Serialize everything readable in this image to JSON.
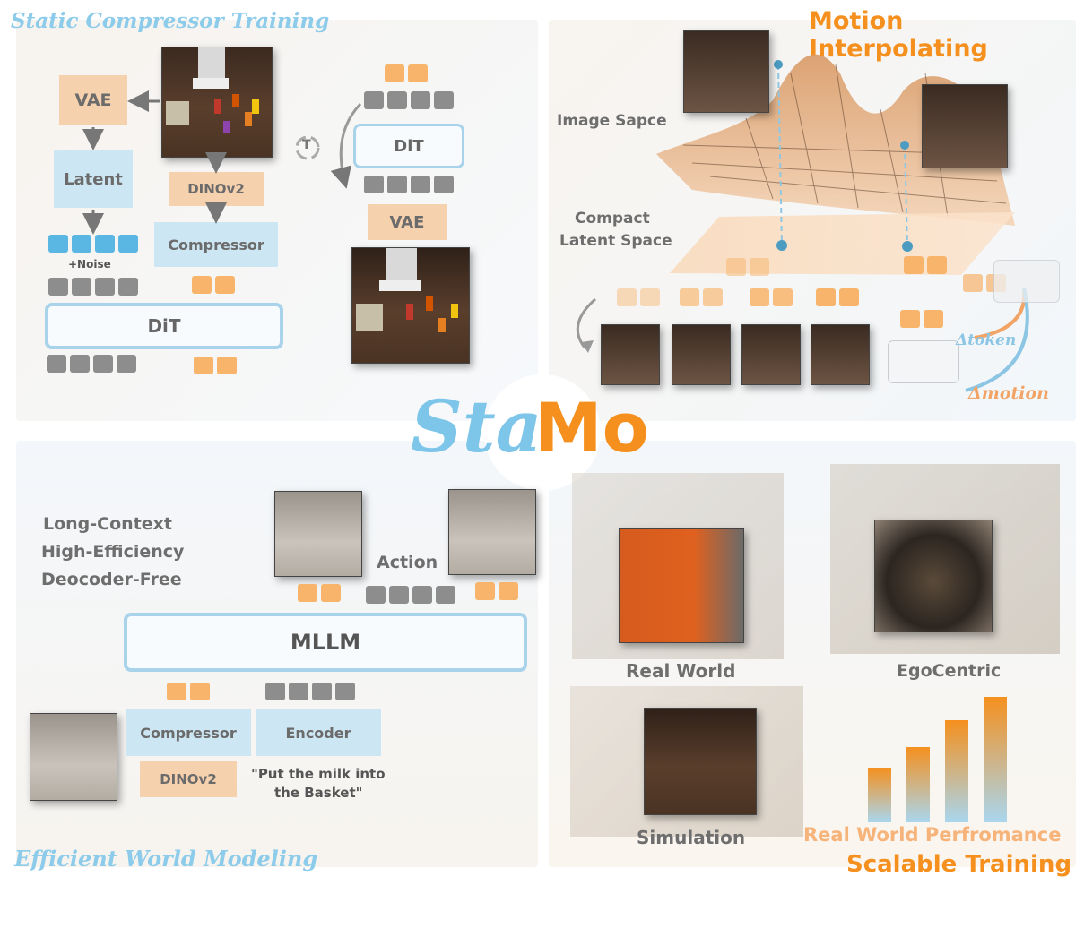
{
  "brand": {
    "part1": "Sta",
    "part2": "Mo",
    "color1": "#7ec5ea",
    "color2": "#f5901e"
  },
  "static_compressor": {
    "title": "Static Compressor Training",
    "vae": "VAE",
    "latent": "Latent",
    "noise": "+Noise",
    "dinov2": "DINOv2",
    "compressor": "Compressor",
    "dit_main": "DiT",
    "dit_small": "DiT",
    "vae_right": "VAE",
    "cycle_label": "T"
  },
  "motion": {
    "title": "Motion Interpolating",
    "image_space": "Image Sapce",
    "latent_space_line1": "Compact",
    "latent_space_line2": "Latent Space",
    "delta_token": "Δtoken",
    "delta_motion": "Δmotion"
  },
  "world_model": {
    "title": "Efficient World Modeling",
    "features": [
      "Long-Context",
      "High-Efficiency",
      "Deocoder-Free"
    ],
    "action": "Action",
    "mllm": "MLLM",
    "compressor": "Compressor",
    "encoder": "Encoder",
    "dinov2": "DINOv2",
    "instruction_line1": "\"Put the milk into",
    "instruction_line2": "the Basket\""
  },
  "scalable": {
    "title": "Scalable Training",
    "real_world": "Real World",
    "egocentric": "EgoCentric",
    "simulation": "Simulation",
    "performance_label": "Real World Perfromance",
    "bars": [
      0.4,
      0.55,
      0.75,
      0.92
    ]
  },
  "colors": {
    "orange": "#f5901e",
    "blue": "#8ccbea",
    "gray": "#8d8d8d"
  }
}
